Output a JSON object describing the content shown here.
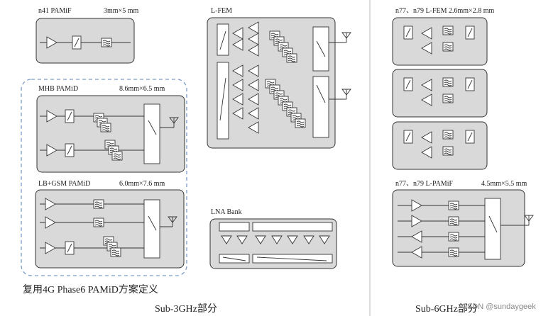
{
  "colors": {
    "module_fill": "#d9d9d9",
    "dashed_border": "#7a9cc8",
    "stroke": "#333333"
  },
  "modules": {
    "n41_pamif": {
      "title": "n41 PAMiF",
      "size": "3mm×5 mm"
    },
    "mhb_pamid": {
      "title": "MHB PAMiD",
      "size": "8.6mm×6.5 mm"
    },
    "lb_gsm_pamid": {
      "title": "LB+GSM PAMiD",
      "size": "6.0mm×7.6 mm"
    },
    "l_fem": {
      "title": "L-FEM"
    },
    "lna_bank": {
      "title": "LNA Bank"
    },
    "n77_n79_lfem": {
      "title": "n77、n79 L-FEM 2.6mm×2.8 mm"
    },
    "n77_n79_lpamif": {
      "title": "n77、n79 L-PAMiF",
      "size": "4.5mm×5.5 mm"
    }
  },
  "captions": {
    "reuse": "复用4G Phase6 PAMiD方案定义",
    "sub3": "Sub-3GHz部分",
    "sub6": "Sub-6GHz部分",
    "watermark": "CSDN @sundaygeek"
  }
}
